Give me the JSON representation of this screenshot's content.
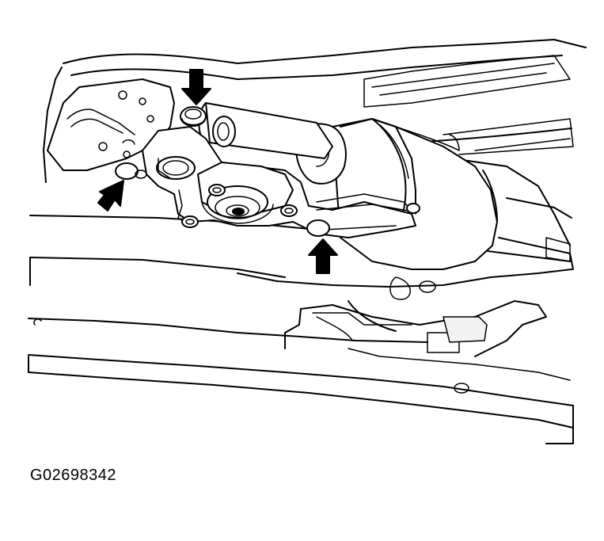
{
  "figure": {
    "code": "G02698342",
    "subject": "starter-motor-mounting-bolts",
    "callouts": [
      {
        "name": "arrow-upper-bolt",
        "icon": "arrow-down-icon"
      },
      {
        "name": "arrow-left-bolt",
        "icon": "arrow-up-right-icon"
      },
      {
        "name": "arrow-lower-right-bolt",
        "icon": "arrow-up-icon"
      }
    ]
  }
}
